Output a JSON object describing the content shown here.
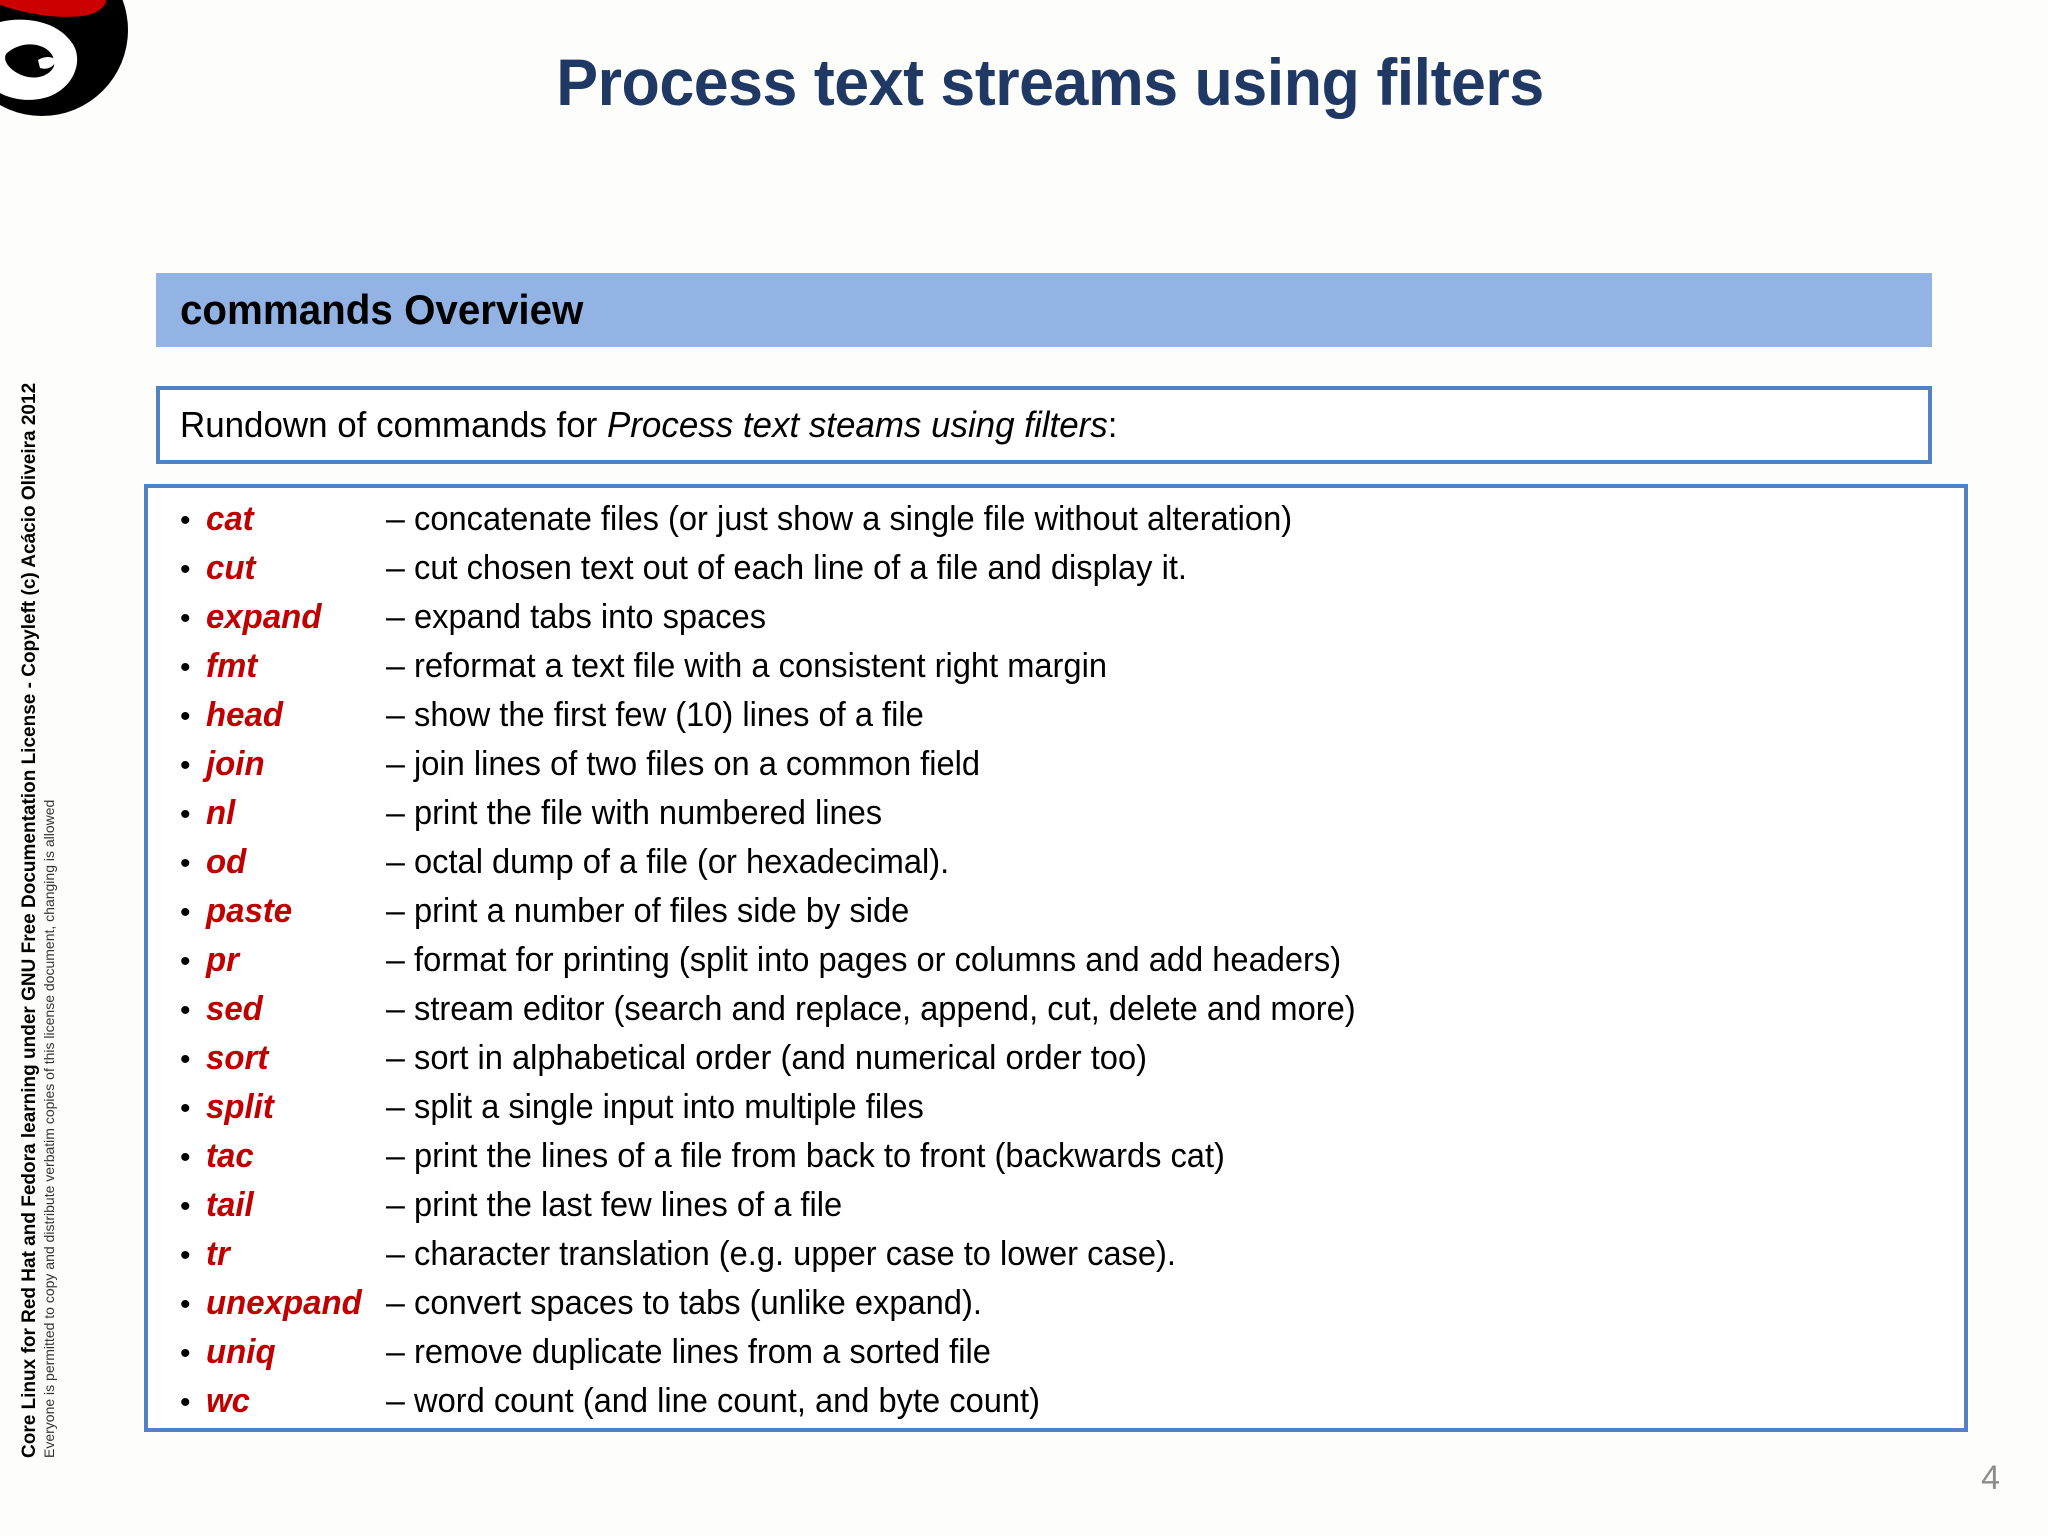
{
  "slide": {
    "title": "Process text streams using filters",
    "page_number": "4",
    "title_color": "#1F3864",
    "accent_bar_color": "#93B3E5",
    "border_color": "#5183C4",
    "command_color": "#C00000"
  },
  "logo": {
    "name": "red-hat-shadowman-logo",
    "hat_color": "#CC0000",
    "circle_color": "#000000",
    "face_color": "#FFFFFF"
  },
  "section": {
    "header_label": "commands Overview",
    "rundown_prefix": "Rundown of commands for ",
    "rundown_emphasis": "Process text steams using filters",
    "rundown_suffix": ":"
  },
  "commands": [
    {
      "name": "cat",
      "dash": "–",
      "desc": "concatenate files (or just show a single file without alteration)"
    },
    {
      "name": "cut",
      "dash": "–",
      "desc": "cut chosen text out of each line of a file and display it."
    },
    {
      "name": "expand",
      "dash": "–",
      "desc": "expand tabs into spaces"
    },
    {
      "name": "fmt",
      "dash": "–",
      "desc": "reformat a text file with a consistent right margin"
    },
    {
      "name": "head",
      "dash": "–",
      "desc": "show the first few (10) lines of a file"
    },
    {
      "name": "join",
      "dash": "–",
      "desc": "join lines of two files on a common field"
    },
    {
      "name": "nl",
      "dash": "–",
      "desc": "print the file with numbered lines"
    },
    {
      "name": "od",
      "dash": "–",
      "desc": "octal dump of a file (or hexadecimal)."
    },
    {
      "name": "paste",
      "dash": "–",
      "desc": "print a number of files side by side"
    },
    {
      "name": "pr",
      "dash": "–",
      "desc": "format for printing (split into pages or columns and add headers)"
    },
    {
      "name": "sed",
      "dash": "–",
      "desc": "stream editor (search and replace, append, cut, delete and more)"
    },
    {
      "name": "sort",
      "dash": "–",
      "desc": "sort in alphabetical order (and numerical order too)"
    },
    {
      "name": "split",
      "dash": "–",
      "desc": "split a single input into multiple files"
    },
    {
      "name": "tac",
      "dash": "–",
      "desc": "print the lines of a file from back to front (backwards cat)"
    },
    {
      "name": "tail",
      "dash": "–",
      "desc": "print the last few lines of a file"
    },
    {
      "name": "tr",
      "dash": "–",
      "desc": "character translation (e.g. upper case to lower case)."
    },
    {
      "name": "unexpand",
      "dash": "–",
      "desc": "convert spaces to tabs (unlike expand)."
    },
    {
      "name": "uniq",
      "dash": "–",
      "desc": "remove duplicate lines from a sorted file"
    },
    {
      "name": "wc",
      "dash": "–",
      "desc": "word count (and line count, and byte count)"
    }
  ],
  "sidebar": {
    "license_main": "Core Linux for Red Hat and Fedora learning under GNU Free Documentation License  -  Copyleft (c) Acácio Oliveira 2012",
    "license_sub": "Everyone is permitted to copy and distribute verbatim copies of this license document, changing is allowed"
  },
  "bullet_glyph": "•"
}
